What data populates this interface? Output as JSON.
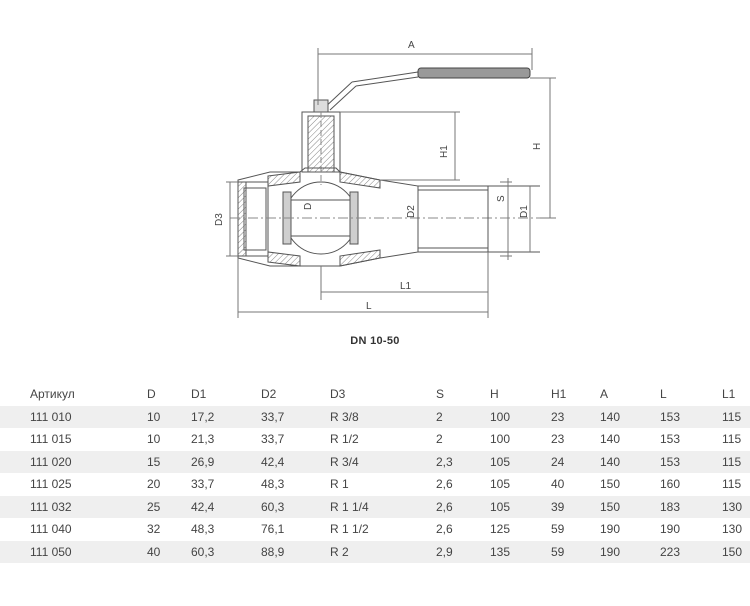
{
  "drawing": {
    "labels": {
      "A": "A",
      "H": "H",
      "H1": "H1",
      "D": "D",
      "D1": "D1",
      "D2": "D2",
      "D3": "D3",
      "S": "S",
      "L": "L",
      "L1": "L1"
    }
  },
  "caption": "DN 10-50",
  "table": {
    "headers": [
      "Артикул",
      "D",
      "D1",
      "D2",
      "D3",
      "S",
      "H",
      "H1",
      "A",
      "L",
      "L1"
    ],
    "rows": [
      [
        "111 010",
        "10",
        "17,2",
        "33,7",
        "R 3/8",
        "2",
        "100",
        "23",
        "140",
        "153",
        "115"
      ],
      [
        "111 015",
        "10",
        "21,3",
        "33,7",
        "R 1/2",
        "2",
        "100",
        "23",
        "140",
        "153",
        "115"
      ],
      [
        "111 020",
        "15",
        "26,9",
        "42,4",
        "R 3/4",
        "2,3",
        "105",
        "24",
        "140",
        "153",
        "115"
      ],
      [
        "111 025",
        "20",
        "33,7",
        "48,3",
        "R 1",
        "2,6",
        "105",
        "40",
        "150",
        "160",
        "115"
      ],
      [
        "111 032",
        "25",
        "42,4",
        "60,3",
        "R 1 1/4",
        "2,6",
        "105",
        "39",
        "150",
        "183",
        "130"
      ],
      [
        "111 040",
        "32",
        "48,3",
        "76,1",
        "R 1 1/2",
        "2,6",
        "125",
        "59",
        "190",
        "190",
        "130"
      ],
      [
        "111 050",
        "40",
        "60,3",
        "88,9",
        "R 2",
        "2,9",
        "135",
        "59",
        "190",
        "223",
        "150"
      ]
    ]
  }
}
